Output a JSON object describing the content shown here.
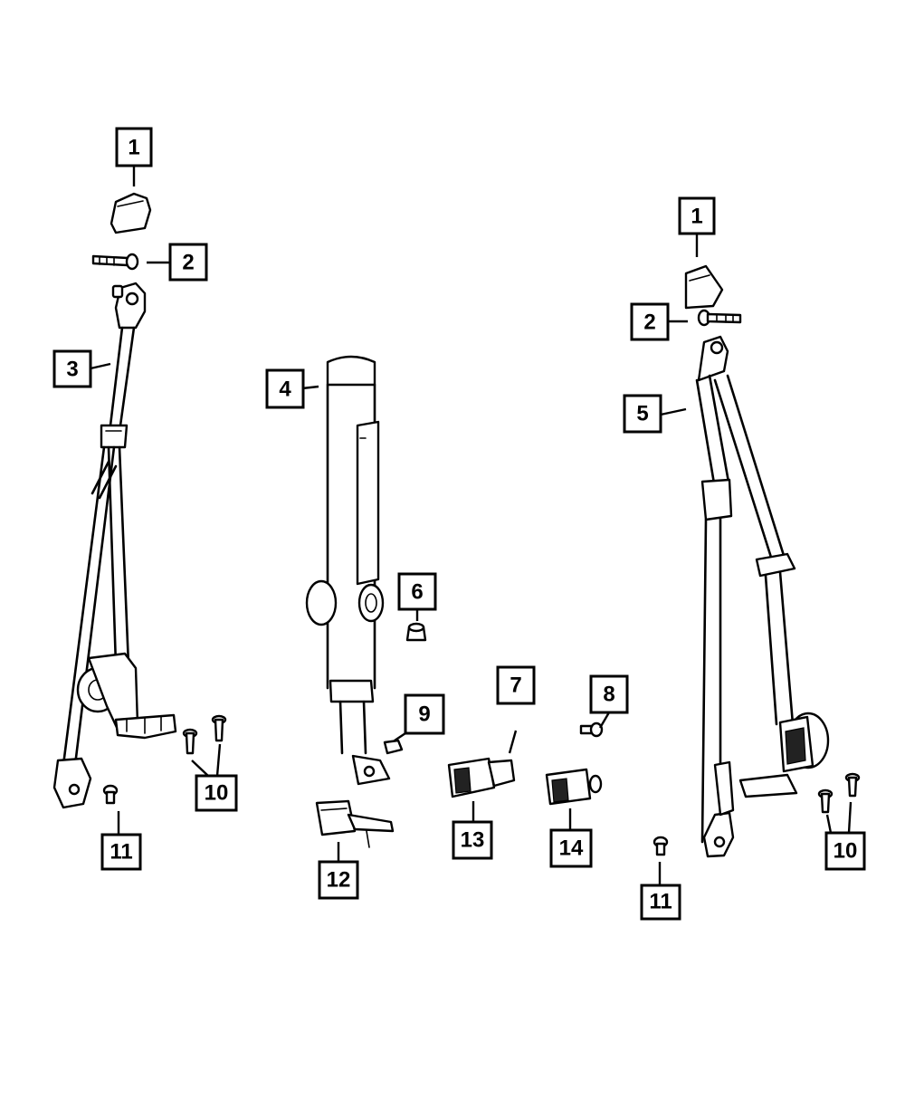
{
  "callouts": {
    "c1a": "1",
    "c2a": "2",
    "c3": "3",
    "c4": "4",
    "c1b": "1",
    "c2b": "2",
    "c5": "5",
    "c6": "6",
    "c7": "7",
    "c8": "8",
    "c9": "9",
    "c10a": "10",
    "c11a": "11",
    "c12": "12",
    "c13": "13",
    "c14": "14",
    "c11b": "11",
    "c10b": "10"
  }
}
